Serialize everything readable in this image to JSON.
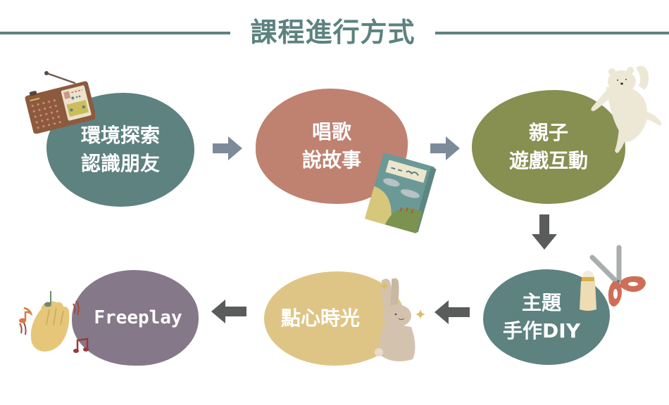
{
  "header": {
    "title": "課程進行方式"
  },
  "colors": {
    "title": "#5d8280",
    "arrow_right": "#7d8a99",
    "arrow_dark": "#5a5c5c"
  },
  "steps": [
    {
      "lines": [
        "環境探索",
        "認識朋友"
      ],
      "color": "#5d8280",
      "illustration": "radio-icon"
    },
    {
      "lines": [
        "唱歌",
        "說故事"
      ],
      "color": "#bf8170",
      "illustration": "book-icon"
    },
    {
      "lines": [
        "親子",
        "遊戲互動"
      ],
      "color": "#878f51",
      "illustration": "polar-bear-icon"
    },
    {
      "lines": [
        "主題",
        "手作DIY"
      ],
      "color": "#5d8280",
      "illustration": "scissors-glue-icon"
    },
    {
      "lines": [
        "點心時光"
      ],
      "color": "#dfc585",
      "illustration": "rabbit-icon"
    },
    {
      "lines": [
        "Freeplay"
      ],
      "color": "#857889",
      "illustration": "clapping-hand-icon"
    }
  ],
  "arrows": [
    {
      "from": 1,
      "to": 2,
      "direction": "right"
    },
    {
      "from": 2,
      "to": 3,
      "direction": "right"
    },
    {
      "from": 3,
      "to": 4,
      "direction": "down"
    },
    {
      "from": 4,
      "to": 5,
      "direction": "left"
    },
    {
      "from": 5,
      "to": 6,
      "direction": "left"
    }
  ]
}
